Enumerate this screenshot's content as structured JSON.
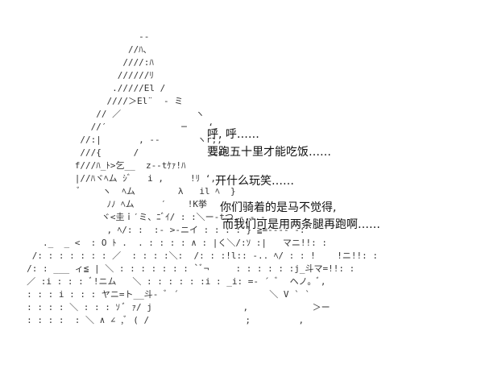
{
  "ascii_art_lines": [
    "                          --",
    "                        //ﾊ､",
    "                       ////:ﾊ",
    "                      //////ﾘ",
    "                     ./////El /",
    "                    ////＞El¨  - ミ",
    "                  // ／              ヽ",
    "                 //′              ─    ‘,",
    "               //:|       , -‐       ヽr;,",
    "               ///{      /              ﾆｨﾊ",
    "              f///ﾊ_ﾄ>乞__  z-‐tｹｧ!ﾊ",
    "              |//ﾊヾﾍム ｼﾞ   i ,     !ﾘ ‘,",
    "               ﾞ    ヽ  ﾍム        λ   il ﾍ  }",
    "                    ﾉﾉ ﾍム     ′    !K挙",
    "                   ヾ<圭ｉ′ミ、ﾆﾞｲ/ : :＼ー‐tつ,-.-.-",
    "                    , ﾍ/: :  :- >-ニイ : : : : } ≧=---- -:",
    "        ._  _ <  : O ﾄ .  . : : : : ∧ : |く＼/:ｿ :|   マニ!!: :",
    "      /: : : : : : : ／  : : : :＼:  /: : :!l:: -.. ﾍ/ : : !    !ニ!!: :",
    "     /: : ___ ィ≦ | ＼ : : : : : : : `ﾞ¬     : : : : : :j_斗マ=!!: :",
    "     ／ :i : : : ﾞ!ニム   ＼ : : : : : :i : _i: =- ´ ﾞ  ヘノ。ﾞ,",
    "     : : : i : : : ヤニ=ト__斗‐ ﾞ ´                 ＼ V ` `",
    "     : : : : ＼ : : : ｿ ﾞ ｧ/ j                 ,            ＞ー",
    "     : : : :  : ＼ ∧ ∠ ,ﾞ ( /                  ;         ,"
  ],
  "speech_lines": [
    "呼, 呼……",
    "要跑五十里才能吃饭……",
    "开什么玩笑……",
    "你们骑着的是马不觉得,",
    "而我们可是用两条腿再跑啊……"
  ]
}
